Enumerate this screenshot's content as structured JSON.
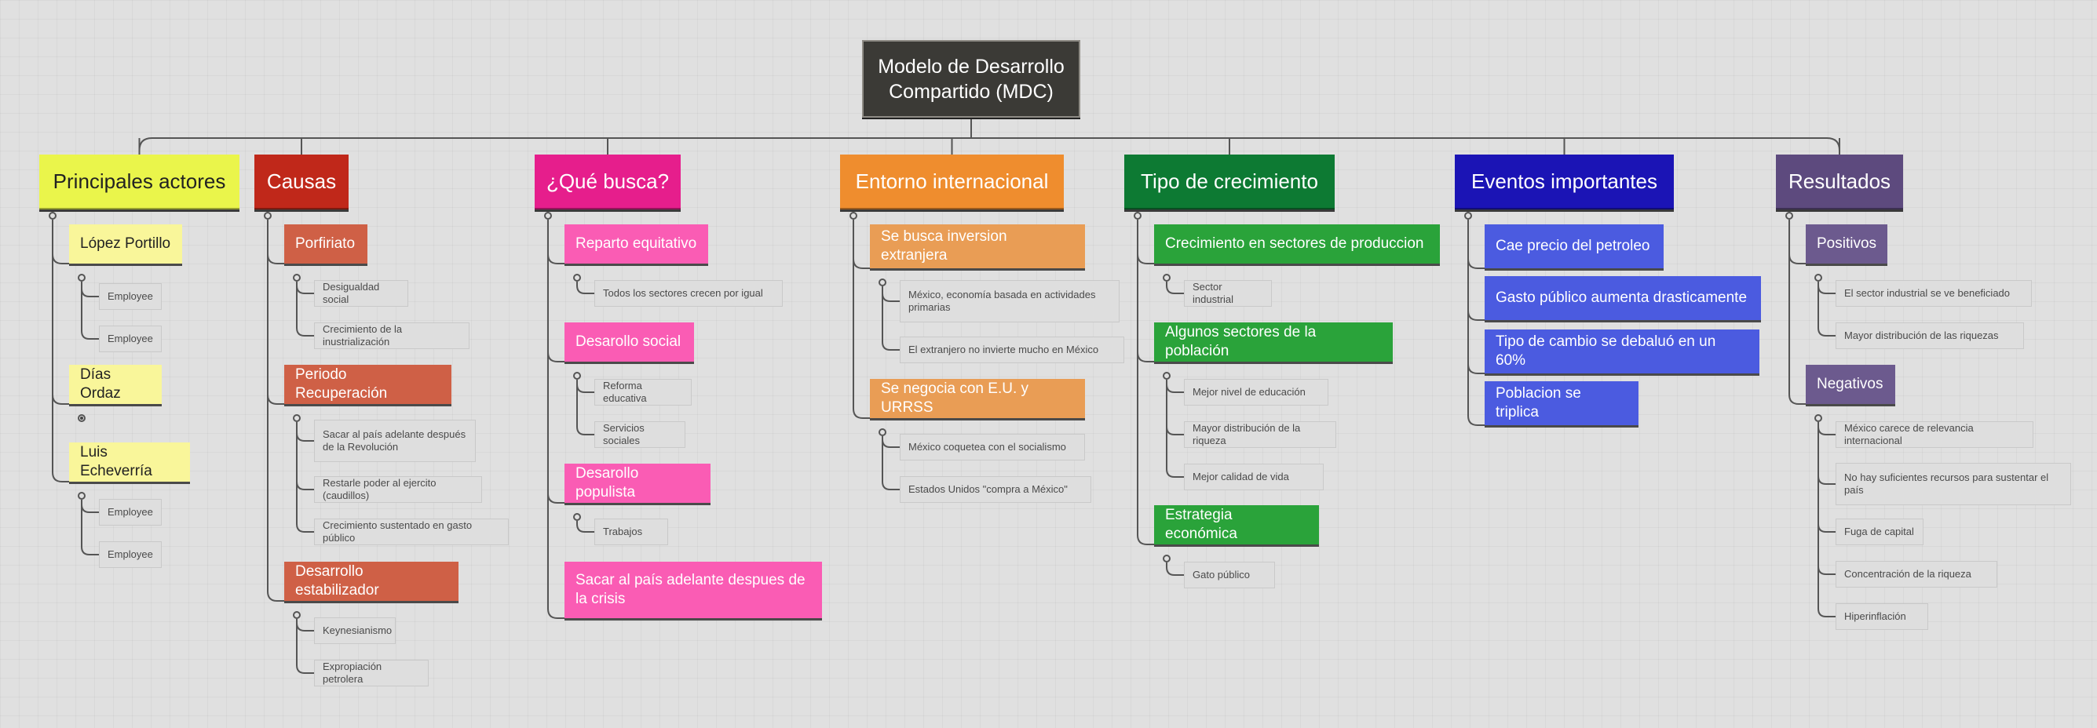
{
  "mindmap": {
    "root": "Modelo de Desarrollo Compartido (MDC)",
    "branches": [
      {
        "label": "Principales actores",
        "color": "#eaf54b",
        "text_color": "#222222",
        "children": [
          {
            "label": "López Portillo",
            "children": [
              "Employee",
              "Employee"
            ]
          },
          {
            "label": "Días Ordaz",
            "children": []
          },
          {
            "label": "Luis Echeverría",
            "children": [
              "Employee",
              "Employee"
            ]
          }
        ]
      },
      {
        "label": "Causas",
        "color": "#c0281a",
        "text_color": "#ffffff",
        "children": [
          {
            "label": "Porfiriato",
            "children": [
              "Desigualdad social",
              "Crecimiento de la inustrialización"
            ]
          },
          {
            "label": "Periodo Recuperación",
            "children": [
              "Sacar al país adelante después de la Revolución",
              "Restarle poder al ejercito (caudillos)",
              "Crecimiento sustentado en gasto público"
            ]
          },
          {
            "label": "Desarrollo estabilizador",
            "children": [
              "Keynesianismo",
              "Expropiación petrolera"
            ]
          }
        ]
      },
      {
        "label": "¿Qué busca?",
        "color": "#e61e8c",
        "text_color": "#ffffff",
        "children": [
          {
            "label": "Reparto equitativo",
            "children": [
              "Todos los sectores crecen por igual"
            ]
          },
          {
            "label": "Desarollo social",
            "children": [
              "Reforma educativa",
              "Servicios sociales"
            ]
          },
          {
            "label": "Desarollo populista",
            "children": [
              "Trabajos"
            ]
          },
          {
            "label": "Sacar al país adelante despues de la crisis",
            "children": []
          }
        ]
      },
      {
        "label": "Entorno internacional",
        "color": "#ef8d2e",
        "text_color": "#ffffff",
        "children": [
          {
            "label": "Se busca inversion extranjera",
            "children": [
              "México, economía basada en actividades primarias",
              "El extranjero no invierte mucho en México"
            ]
          },
          {
            "label": "Se negocia con E.U. y URRSS",
            "children": [
              "México coquetea con el socialismo",
              "Estados Unidos \"compra a México\""
            ]
          }
        ]
      },
      {
        "label": "Tipo de crecimiento",
        "color": "#0d7a33",
        "text_color": "#ffffff",
        "children": [
          {
            "label": "Crecimiento en sectores de produccion",
            "children": [
              "Sector industrial"
            ]
          },
          {
            "label": "Algunos sectores de la población",
            "children": [
              "Mejor nivel de educación",
              "Mayor distribución de la riqueza",
              "Mejor calidad de vida"
            ]
          },
          {
            "label": "Estrategia económica",
            "children": [
              "Gato público"
            ]
          }
        ]
      },
      {
        "label": "Eventos importantes",
        "color": "#1b14b5",
        "text_color": "#ffffff",
        "children": [
          {
            "label": "Cae precio del petroleo",
            "children": []
          },
          {
            "label": "Gasto público aumenta drasticamente",
            "children": []
          },
          {
            "label": "Tipo de cambio se debaluó en un 60%",
            "children": []
          },
          {
            "label": "Poblacion se triplica",
            "children": []
          }
        ]
      },
      {
        "label": "Resultados",
        "color": "#5d4a7e",
        "text_color": "#ffffff",
        "children": [
          {
            "label": "Positivos",
            "children": [
              "El sector industrial se ve beneficiado",
              "Mayor distribución de las riquezas"
            ]
          },
          {
            "label": "Negativos",
            "children": [
              "México carece de relevancia internacional",
              "No hay suficientes recursos para sustentar el país",
              "Fuga de capital",
              "Concentración de la riqueza",
              "Hiperinflación"
            ]
          }
        ]
      }
    ],
    "sub_colors": [
      "#f9f69a",
      "#cf6046",
      "#fa5cb4",
      "#e99d55",
      "#2aa33a",
      "#4b5be0",
      "#6c5a8e"
    ],
    "sub_text_colors": [
      "#222222",
      "#ffffff",
      "#ffffff",
      "#ffffff",
      "#ffffff",
      "#ffffff",
      "#ffffff"
    ]
  }
}
